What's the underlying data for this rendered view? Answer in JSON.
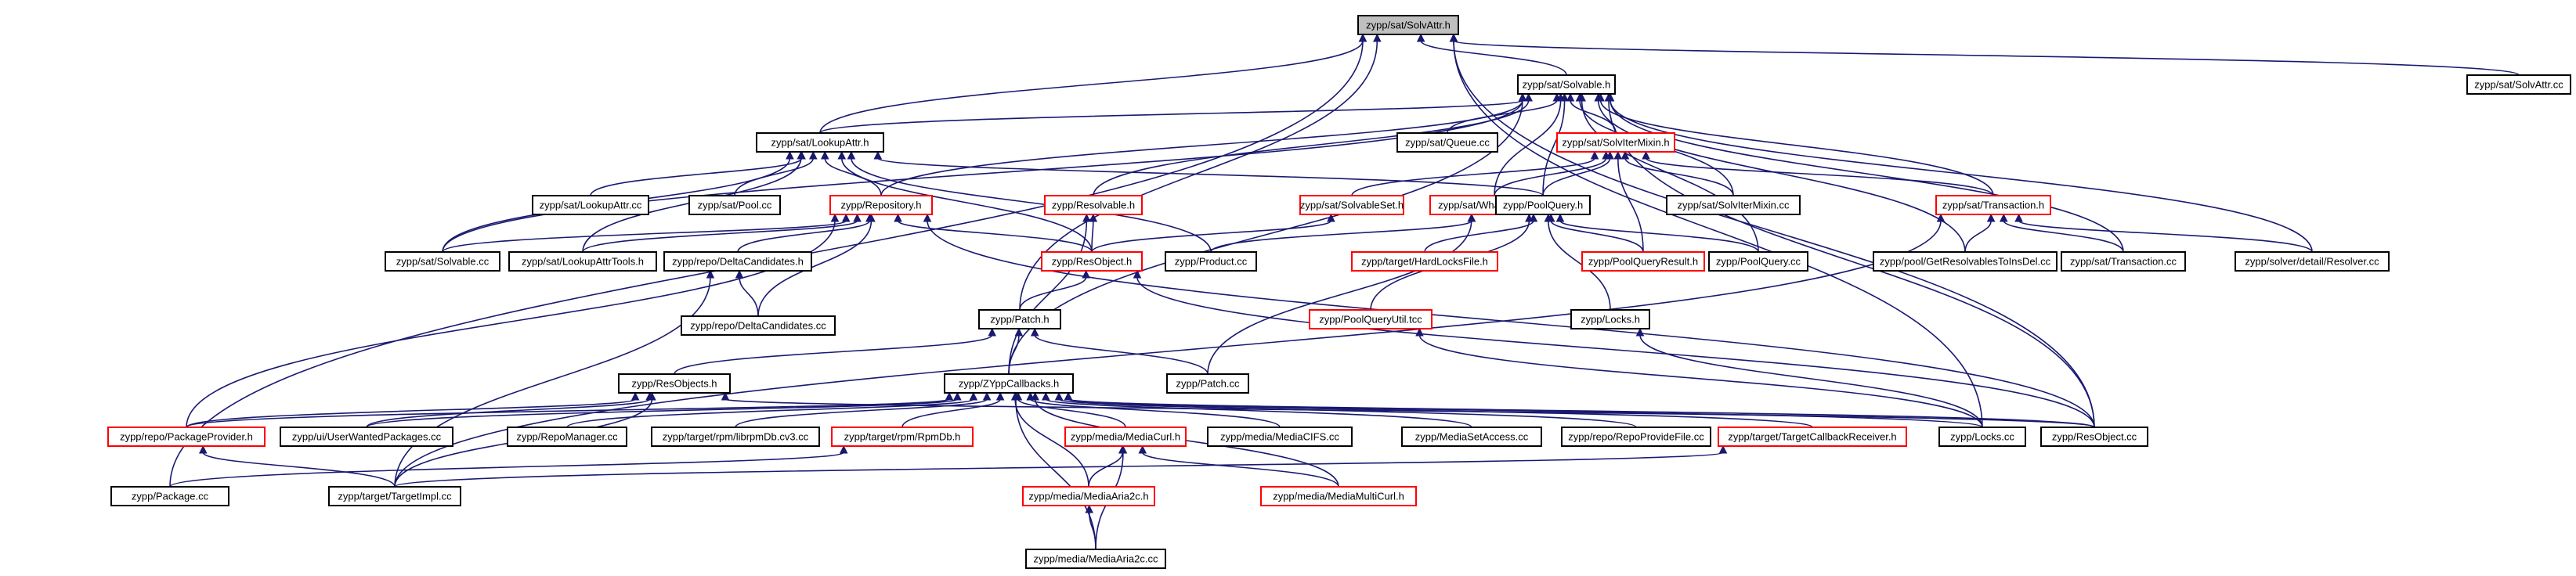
{
  "nodes": [
    {
      "id": "solvattr_h",
      "label": "zypp/sat/SolvAttr.h",
      "root": true,
      "red": false
    },
    {
      "id": "solvattr_cc",
      "label": "zypp/sat/SolvAttr.cc",
      "red": false
    },
    {
      "id": "solvable_h",
      "label": "zypp/sat/Solvable.h",
      "red": false
    },
    {
      "id": "lookupattr_h",
      "label": "zypp/sat/LookupAttr.h",
      "red": false
    },
    {
      "id": "queue_cc",
      "label": "zypp/sat/Queue.cc",
      "red": false
    },
    {
      "id": "solvitermixin_h",
      "label": "zypp/sat/SolvIterMixin.h",
      "red": true
    },
    {
      "id": "lookupattr_cc",
      "label": "zypp/sat/LookupAttr.cc",
      "red": false
    },
    {
      "id": "pool_cc",
      "label": "zypp/sat/Pool.cc",
      "red": false
    },
    {
      "id": "repository_h",
      "label": "zypp/Repository.h",
      "red": true
    },
    {
      "id": "resolvable_h",
      "label": "zypp/Resolvable.h",
      "red": true
    },
    {
      "id": "solvableset_h",
      "label": "zypp/sat/SolvableSet.h",
      "red": true
    },
    {
      "id": "whatprovides_h",
      "label": "zypp/sat/WhatProvides.h",
      "red": true
    },
    {
      "id": "poolquery_h",
      "label": "zypp/PoolQuery.h",
      "red": false
    },
    {
      "id": "solvitermixin_cc",
      "label": "zypp/sat/SolvIterMixin.cc",
      "red": false
    },
    {
      "id": "transaction_h",
      "label": "zypp/sat/Transaction.h",
      "red": true
    },
    {
      "id": "solvable_cc",
      "label": "zypp/sat/Solvable.cc",
      "red": false
    },
    {
      "id": "lookupattrtools_h",
      "label": "zypp/sat/LookupAttrTools.h",
      "red": false
    },
    {
      "id": "deltacandidates_h",
      "label": "zypp/repo/DeltaCandidates.h",
      "red": false
    },
    {
      "id": "resobject_h",
      "label": "zypp/ResObject.h",
      "red": true
    },
    {
      "id": "product_cc",
      "label": "zypp/Product.cc",
      "red": false
    },
    {
      "id": "hardlocksfile_h",
      "label": "zypp/target/HardLocksFile.h",
      "red": true
    },
    {
      "id": "poolqueryresult_h",
      "label": "zypp/PoolQueryResult.h",
      "red": true
    },
    {
      "id": "poolquery_cc",
      "label": "zypp/PoolQuery.cc",
      "red": false
    },
    {
      "id": "getresolvables_cc",
      "label": "zypp/pool/GetResolvablesToInsDel.cc",
      "red": false
    },
    {
      "id": "transaction_cc",
      "label": "zypp/sat/Transaction.cc",
      "red": false
    },
    {
      "id": "resolver_cc",
      "label": "zypp/solver/detail/Resolver.cc",
      "red": false
    },
    {
      "id": "deltacandidates_cc",
      "label": "zypp/repo/DeltaCandidates.cc",
      "red": false
    },
    {
      "id": "patch_h",
      "label": "zypp/Patch.h",
      "red": false
    },
    {
      "id": "poolqueryutil_tcc",
      "label": "zypp/PoolQueryUtil.tcc",
      "red": true
    },
    {
      "id": "locks_h",
      "label": "zypp/Locks.h",
      "red": false
    },
    {
      "id": "resobjects_h",
      "label": "zypp/ResObjects.h",
      "red": false
    },
    {
      "id": "zyppcallbacks_h",
      "label": "zypp/ZYppCallbacks.h",
      "red": false
    },
    {
      "id": "patch_cc",
      "label": "zypp/Patch.cc",
      "red": false
    },
    {
      "id": "packageprovider_h",
      "label": "zypp/repo/PackageProvider.h",
      "red": true
    },
    {
      "id": "userwantedpackages_cc",
      "label": "zypp/ui/UserWantedPackages.cc",
      "red": false
    },
    {
      "id": "repomanager_cc",
      "label": "zypp/RepoManager.cc",
      "red": false
    },
    {
      "id": "librpmdb_cc",
      "label": "zypp/target/rpm/librpmDb.cv3.cc",
      "red": false
    },
    {
      "id": "rpmdb_h",
      "label": "zypp/target/rpm/RpmDb.h",
      "red": true
    },
    {
      "id": "mediacurl_h",
      "label": "zypp/media/MediaCurl.h",
      "red": true
    },
    {
      "id": "mediacifs_cc",
      "label": "zypp/media/MediaCIFS.cc",
      "red": false
    },
    {
      "id": "mediasetaccess_cc",
      "label": "zypp/MediaSetAccess.cc",
      "red": false
    },
    {
      "id": "repoprovidefile_cc",
      "label": "zypp/repo/RepoProvideFile.cc",
      "red": false
    },
    {
      "id": "targetcallbackreceiver_h",
      "label": "zypp/target/TargetCallbackReceiver.h",
      "red": true
    },
    {
      "id": "locks_cc",
      "label": "zypp/Locks.cc",
      "red": false
    },
    {
      "id": "resobject_cc",
      "label": "zypp/ResObject.cc",
      "red": false
    },
    {
      "id": "package_cc",
      "label": "zypp/Package.cc",
      "red": false
    },
    {
      "id": "targetimpl_cc",
      "label": "zypp/target/TargetImpl.cc",
      "red": false
    },
    {
      "id": "mediaaria2c_h",
      "label": "zypp/media/MediaAria2c.h",
      "red": true
    },
    {
      "id": "mediamulticurl_h",
      "label": "zypp/media/MediaMultiCurl.h",
      "red": true
    },
    {
      "id": "mediaaria2c_cc",
      "label": "zypp/media/MediaAria2c.cc",
      "red": false
    }
  ],
  "edges": [
    [
      "solvattr_h",
      "solvattr_cc"
    ],
    [
      "solvattr_h",
      "solvable_h"
    ],
    [
      "solvattr_h",
      "lookupattr_h"
    ],
    [
      "solvattr_h",
      "resobject_cc"
    ],
    [
      "solvattr_h",
      "patch_h"
    ],
    [
      "solvattr_h",
      "package_cc"
    ],
    [
      "solvattr_h",
      "locks_cc"
    ],
    [
      "solvable_h",
      "lookupattr_h"
    ],
    [
      "solvable_h",
      "queue_cc"
    ],
    [
      "solvable_h",
      "solvitermixin_h"
    ],
    [
      "solvable_h",
      "repository_h"
    ],
    [
      "solvable_h",
      "resolvable_h"
    ],
    [
      "solvable_h",
      "whatprovides_h"
    ],
    [
      "solvable_h",
      "poolquery_h"
    ],
    [
      "solvable_h",
      "solvitermixin_cc"
    ],
    [
      "solvable_h",
      "transaction_h"
    ],
    [
      "solvable_h",
      "solvable_cc"
    ],
    [
      "solvable_h",
      "poolquery_cc"
    ],
    [
      "solvable_h",
      "getresolvables_cc"
    ],
    [
      "solvable_h",
      "transaction_cc"
    ],
    [
      "solvable_h",
      "resolver_cc"
    ],
    [
      "solvable_h",
      "resobject_cc"
    ],
    [
      "solvable_h",
      "zyppcallbacks_h"
    ],
    [
      "lookupattr_h",
      "lookupattr_cc"
    ],
    [
      "lookupattr_h",
      "pool_cc"
    ],
    [
      "lookupattr_h",
      "repository_h"
    ],
    [
      "lookupattr_h",
      "solvable_cc"
    ],
    [
      "lookupattr_h",
      "lookupattrtools_h"
    ],
    [
      "lookupattr_h",
      "resobject_h"
    ],
    [
      "lookupattr_h",
      "product_cc"
    ],
    [
      "lookupattr_h",
      "poolquery_h"
    ],
    [
      "solvitermixin_h",
      "solvableset_h"
    ],
    [
      "solvitermixin_h",
      "whatprovides_h"
    ],
    [
      "solvitermixin_h",
      "poolquery_h"
    ],
    [
      "solvitermixin_h",
      "solvitermixin_cc"
    ],
    [
      "solvitermixin_h",
      "transaction_h"
    ],
    [
      "solvitermixin_h",
      "poolqueryresult_h"
    ],
    [
      "repository_h",
      "solvable_cc"
    ],
    [
      "repository_h",
      "lookupattrtools_h"
    ],
    [
      "repository_h",
      "deltacandidates_h"
    ],
    [
      "repository_h",
      "resobject_h"
    ],
    [
      "repository_h",
      "deltacandidates_cc"
    ],
    [
      "repository_h",
      "resobject_cc"
    ],
    [
      "repository_h",
      "packageprovider_h"
    ],
    [
      "resolvable_h",
      "resobject_h"
    ],
    [
      "resolvable_h",
      "zyppcallbacks_h"
    ],
    [
      "solvableset_h",
      "resobject_h"
    ],
    [
      "whatprovides_h",
      "product_cc"
    ],
    [
      "whatprovides_h",
      "patch_cc"
    ],
    [
      "poolquery_h",
      "hardlocksfile_h"
    ],
    [
      "poolquery_h",
      "poolqueryresult_h"
    ],
    [
      "poolquery_h",
      "poolquery_cc"
    ],
    [
      "poolquery_h",
      "locks_h"
    ],
    [
      "poolquery_h",
      "poolqueryutil_tcc"
    ],
    [
      "transaction_h",
      "getresolvables_cc"
    ],
    [
      "transaction_h",
      "transaction_cc"
    ],
    [
      "transaction_h",
      "resolver_cc"
    ],
    [
      "transaction_h",
      "targetimpl_cc"
    ],
    [
      "deltacandidates_h",
      "deltacandidates_cc"
    ],
    [
      "deltacandidates_h",
      "targetimpl_cc"
    ],
    [
      "resobject_h",
      "patch_h"
    ],
    [
      "resobject_h",
      "resobject_cc"
    ],
    [
      "patch_h",
      "resobjects_h"
    ],
    [
      "patch_h",
      "zyppcallbacks_h"
    ],
    [
      "patch_h",
      "patch_cc"
    ],
    [
      "poolqueryutil_tcc",
      "locks_cc"
    ],
    [
      "locks_h",
      "locks_cc"
    ],
    [
      "resobjects_h",
      "packageprovider_h"
    ],
    [
      "resobjects_h",
      "userwantedpackages_cc"
    ],
    [
      "resobjects_h",
      "targetimpl_cc"
    ],
    [
      "resobjects_h",
      "resobject_cc"
    ],
    [
      "zyppcallbacks_h",
      "packageprovider_h"
    ],
    [
      "zyppcallbacks_h",
      "userwantedpackages_cc"
    ],
    [
      "zyppcallbacks_h",
      "repomanager_cc"
    ],
    [
      "zyppcallbacks_h",
      "librpmdb_cc"
    ],
    [
      "zyppcallbacks_h",
      "rpmdb_h"
    ],
    [
      "zyppcallbacks_h",
      "mediacurl_h"
    ],
    [
      "zyppcallbacks_h",
      "mediacifs_cc"
    ],
    [
      "zyppcallbacks_h",
      "mediasetaccess_cc"
    ],
    [
      "zyppcallbacks_h",
      "repoprovidefile_cc"
    ],
    [
      "zyppcallbacks_h",
      "targetcallbackreceiver_h"
    ],
    [
      "zyppcallbacks_h",
      "locks_cc"
    ],
    [
      "zyppcallbacks_h",
      "resobject_cc"
    ],
    [
      "zyppcallbacks_h",
      "mediaaria2c_h"
    ],
    [
      "zyppcallbacks_h",
      "mediamulticurl_h"
    ],
    [
      "zyppcallbacks_h",
      "mediaaria2c_cc"
    ],
    [
      "packageprovider_h",
      "targetimpl_cc"
    ],
    [
      "rpmdb_h",
      "package_cc"
    ],
    [
      "mediacurl_h",
      "mediaaria2c_h"
    ],
    [
      "mediacurl_h",
      "mediamulticurl_h"
    ],
    [
      "mediacurl_h",
      "mediaaria2c_cc"
    ],
    [
      "mediaaria2c_h",
      "mediaaria2c_cc"
    ],
    [
      "targetcallbackreceiver_h",
      "targetimpl_cc"
    ]
  ]
}
